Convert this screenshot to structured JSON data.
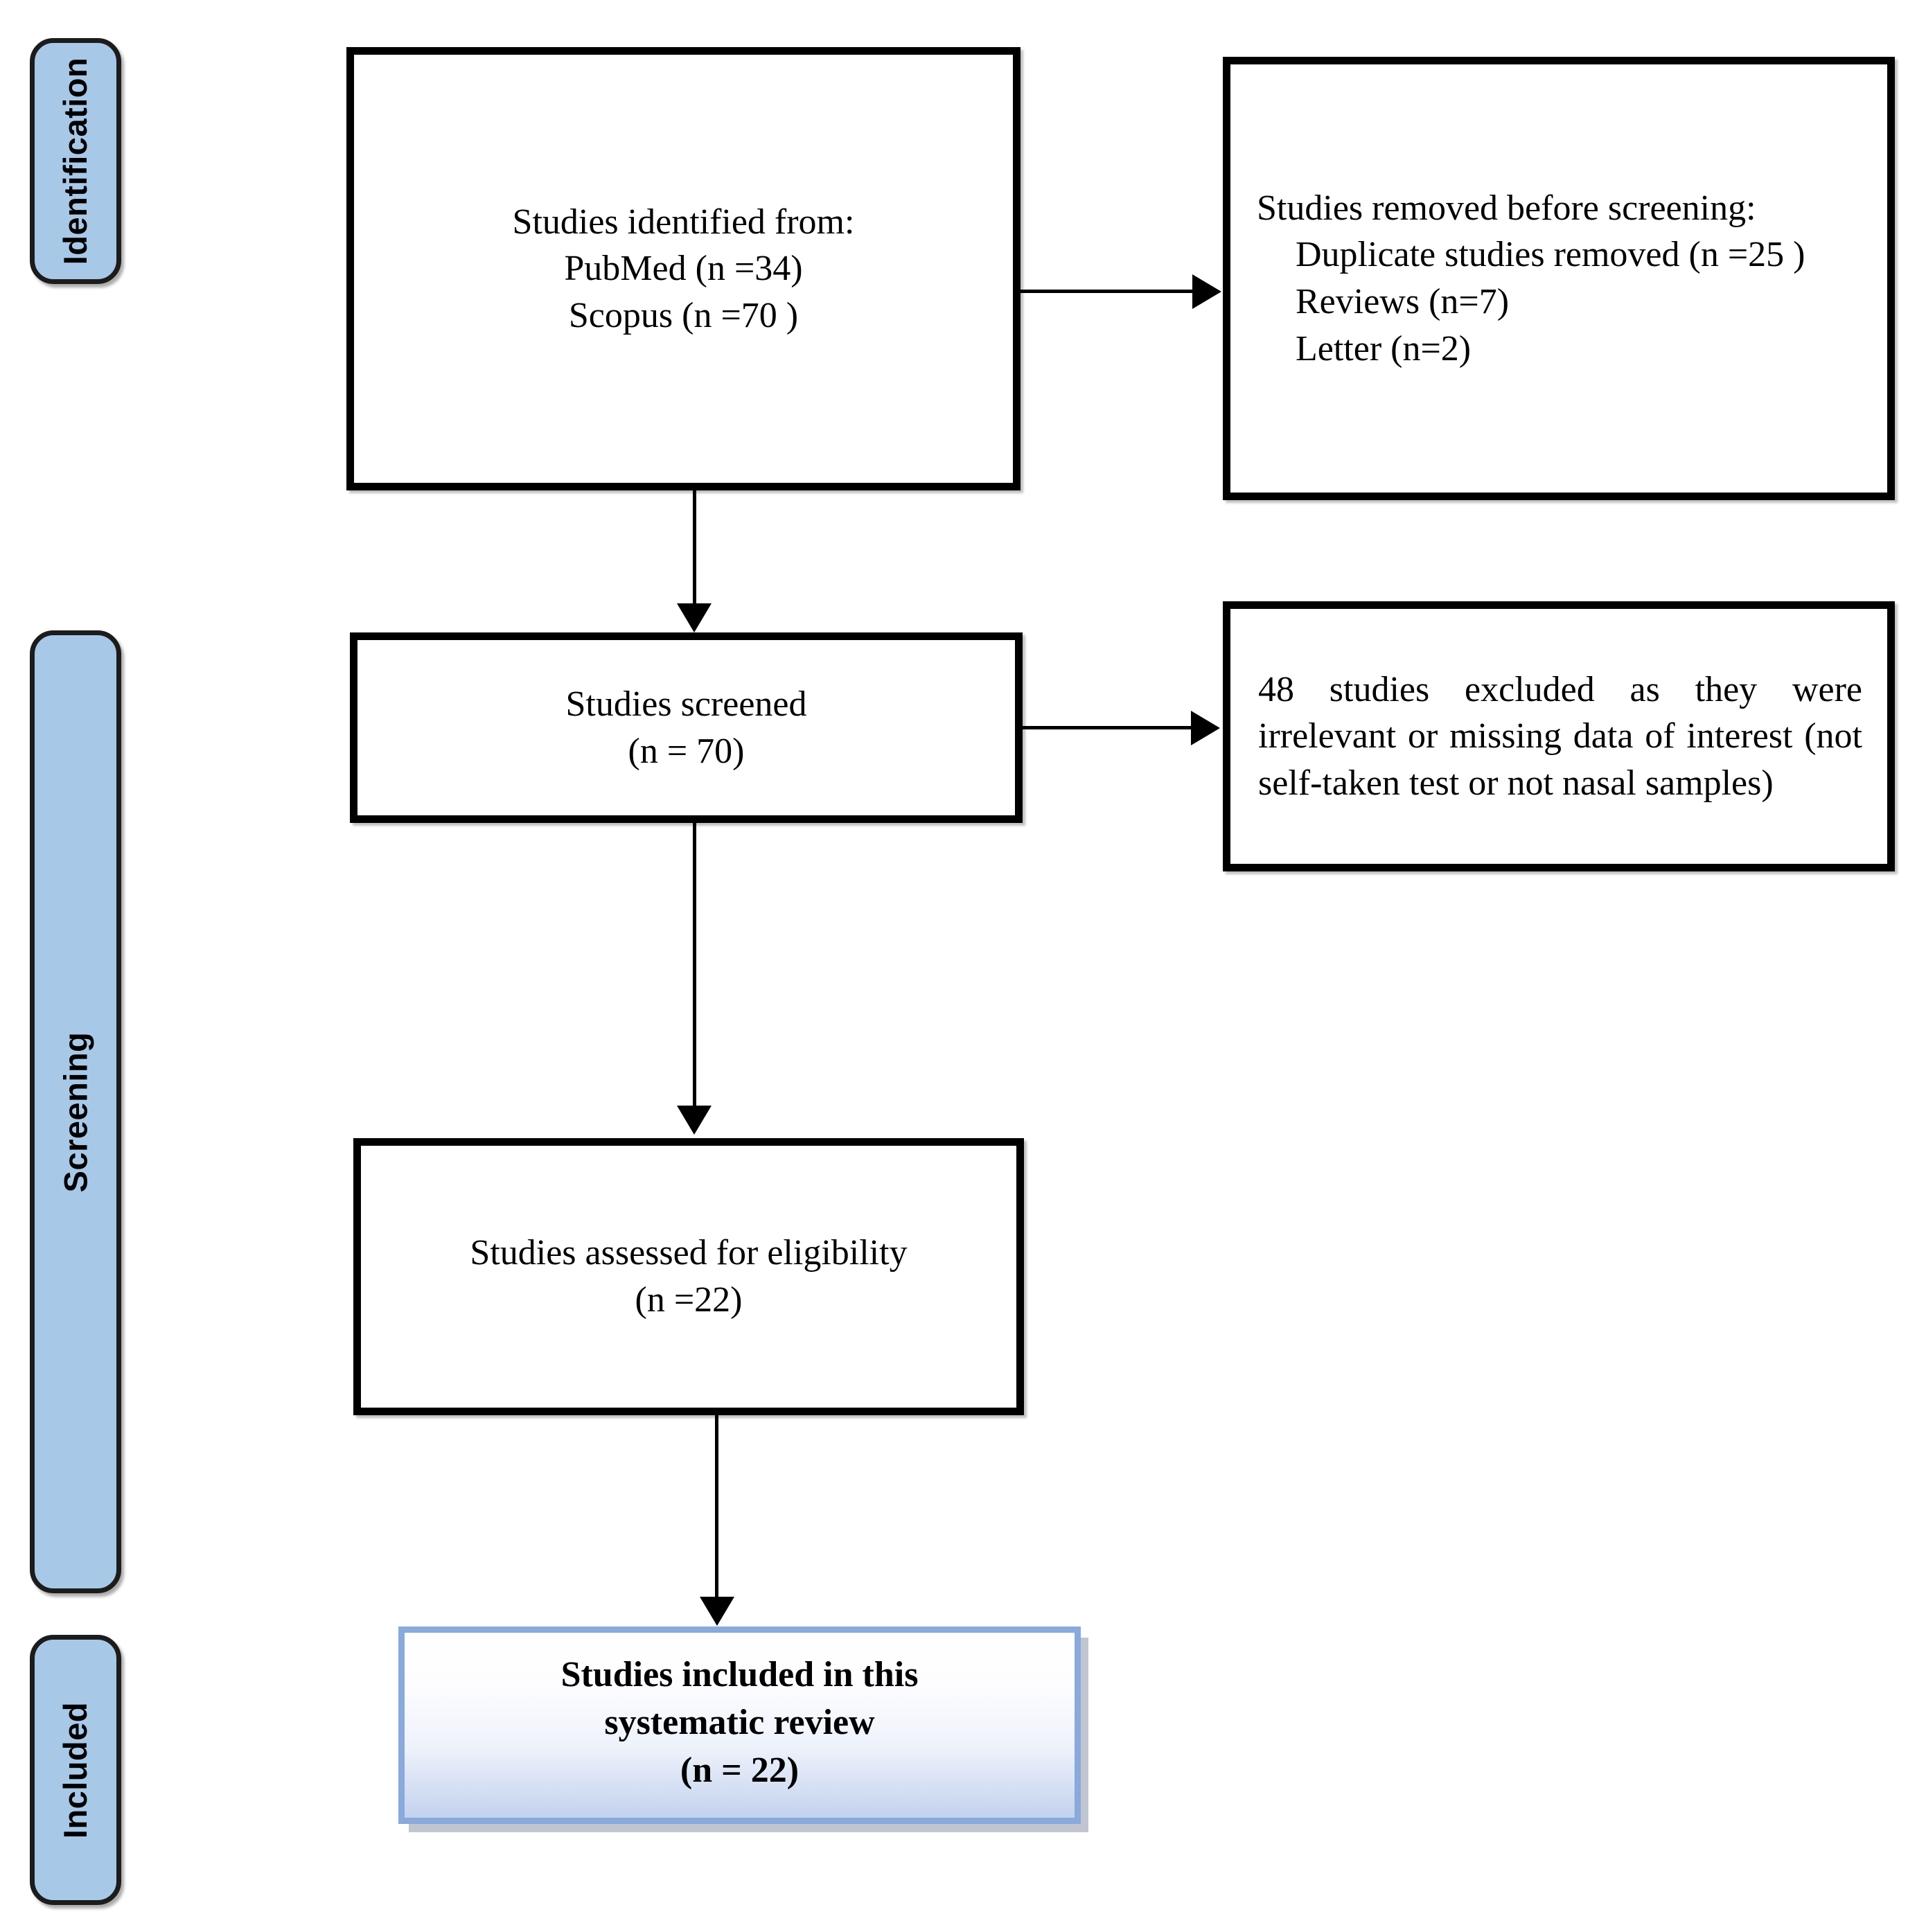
{
  "phases": [
    {
      "id": "identification",
      "label": "Identification"
    },
    {
      "id": "screening",
      "label": "Screening"
    },
    {
      "id": "included",
      "label": "Included"
    }
  ],
  "boxes": {
    "identified": {
      "line1": "Studies identified from:",
      "line2": "PubMed (n =34)",
      "line3": "Scopus (n =70 )"
    },
    "removed": {
      "line1": "Studies removed before screening:",
      "line2": "Duplicate studies removed (n =25 )",
      "line3": "Reviews (n=7)",
      "line4": "Letter (n=2)"
    },
    "screened": {
      "line1": "Studies screened",
      "line2": "(n = 70)"
    },
    "excluded": {
      "line1": "48 studies excluded as they were irrelevant or missing data of interest (not self-taken test or not nasal samples)"
    },
    "eligibility": {
      "line1": "Studies assessed for eligibility",
      "line2": "(n =22)"
    },
    "included": {
      "line1": "Studies included in this",
      "line2": "systematic review",
      "line3": "(n = 22)"
    }
  },
  "colors": {
    "phase_tab_fill": "#a8c8e8",
    "phase_tab_border": "#1c1c1c",
    "box_border": "#000000",
    "included_border": "#8aa9dc",
    "included_gradient_bottom": "#c3d2ee",
    "connector": "#000000"
  }
}
